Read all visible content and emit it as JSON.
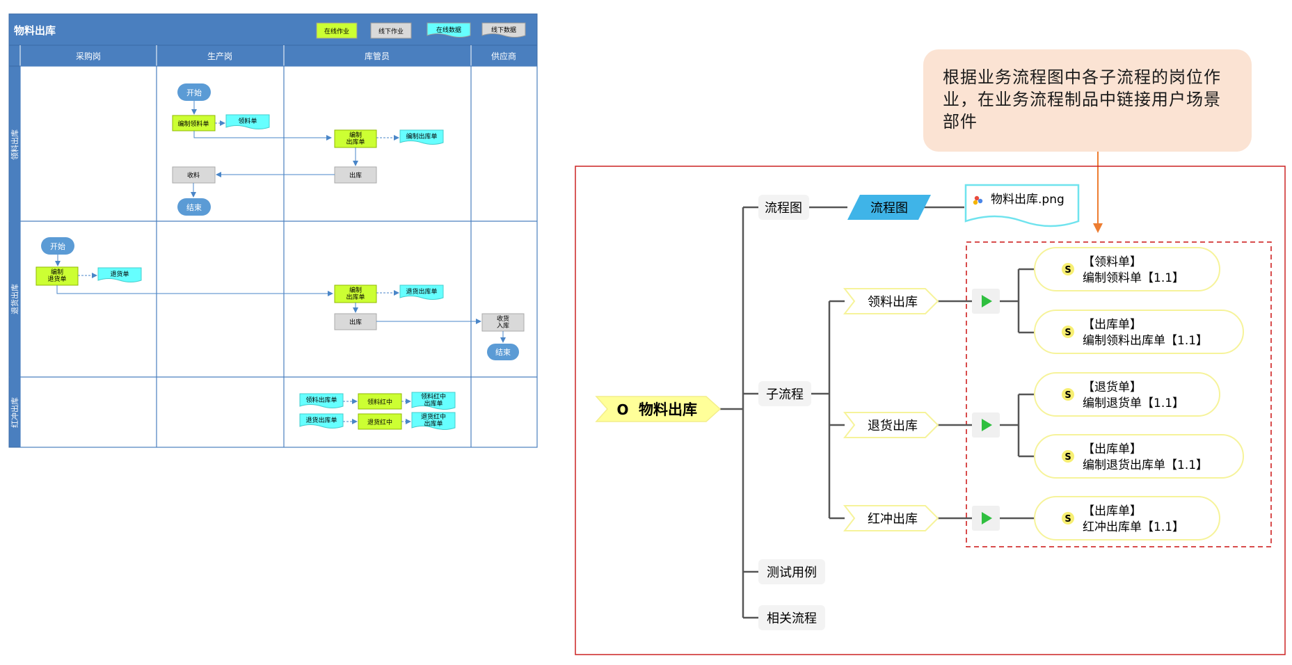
{
  "swimlane": {
    "title": "物料出库",
    "legend": [
      {
        "label": "在线作业",
        "kind": "online-task",
        "color": "#ccff33"
      },
      {
        "label": "线下作业",
        "kind": "offline-task",
        "color": "#d9d9d9"
      },
      {
        "label": "在线数据",
        "kind": "online-data",
        "color": "#66ffff"
      },
      {
        "label": "线下数据",
        "kind": "offline-data",
        "color": "#d9d9d9"
      }
    ],
    "columns": [
      "采购岗",
      "生产岗",
      "库管员",
      "供应商"
    ],
    "rows": [
      "领料出库",
      "退货出库",
      "红冲出库"
    ],
    "lane1": {
      "start": "开始",
      "create_pick": "编制领料单",
      "pick_doc": "领料单",
      "create_out": "编制\n出库单",
      "out_doc": "编制出库单",
      "out": "出库",
      "receive": "收料",
      "end": "结束"
    },
    "lane2": {
      "start": "开始",
      "create_return": "编制\n退货单",
      "return_doc": "退货单",
      "create_out": "编制\n出库单",
      "out_doc": "退货出库单",
      "out": "出库",
      "receive_in": "收货\n入库",
      "end": "结束"
    },
    "lane3": {
      "pick_out_doc": "领料出库单",
      "pick_red": "领料红中",
      "pick_red_doc": "领料红中\n出库单",
      "return_out_doc": "退货出库单",
      "return_red": "退货红中",
      "return_red_doc": "退货红中\n出库单"
    }
  },
  "callout": {
    "text": "根据业务流程图中各子流程的岗位作业，在业务流程制品中链接用户场景部件",
    "bg_color": "#fbe3d3",
    "arrow_color": "#ed7d31"
  },
  "mindmap": {
    "root": {
      "marker": "O",
      "label": "物料出库"
    },
    "branches": [
      "流程图",
      "子流程",
      "测试用例",
      "相关流程"
    ],
    "flowchart_node": "流程图",
    "file_node": {
      "name": "物料出库.png",
      "icon": "image-file-icon"
    },
    "subflows": [
      "领料出库",
      "退货出库",
      "红冲出库"
    ],
    "scenes": [
      {
        "marker": "S",
        "title": "【领料单】",
        "action": "编制领料单【1.1】"
      },
      {
        "marker": "S",
        "title": "【出库单】",
        "action": "编制领料出库单【1.1】"
      },
      {
        "marker": "S",
        "title": "【退货单】",
        "action": "编制退货单【1.1】"
      },
      {
        "marker": "S",
        "title": "【出库单】",
        "action": "编制退货出库单【1.1】"
      },
      {
        "marker": "S",
        "title": "【出库单】",
        "action": "红冲出库单【1.1】"
      }
    ],
    "frame_color": "#cc2222",
    "dashed_color": "#cc1111"
  }
}
